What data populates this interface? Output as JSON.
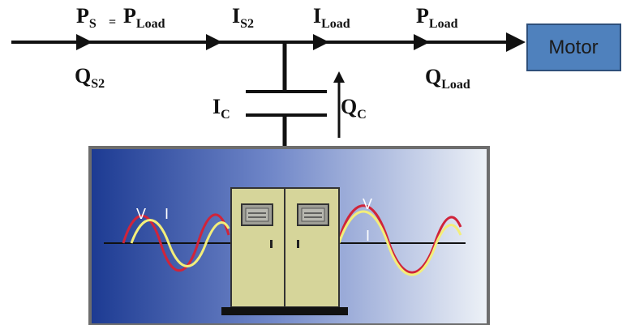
{
  "labels": {
    "ps_main": "P",
    "ps_sub": "S",
    "eq": "=",
    "pload1_main": "P",
    "pload1_sub": "Load",
    "is2_main": "I",
    "is2_sub": "S2",
    "iload_main": "I",
    "iload_sub": "Load",
    "pload2_main": "P",
    "pload2_sub": "Load",
    "qs2_main": "Q",
    "qs2_sub": "S2",
    "qload_main": "Q",
    "qload_sub": "Load",
    "ic_main": "I",
    "ic_sub": "C",
    "qc_main": "Q",
    "qc_sub": "C",
    "motor": "Motor",
    "v_left": "V",
    "i_left": "I",
    "v_right": "V",
    "i_right": "I"
  },
  "colors": {
    "motor_fill": "#4f81bd",
    "panel_dark": "#1f3f94",
    "panel_light": "#eef2f7",
    "cabinet": "#d6d59a",
    "wave_red": "#d0243a",
    "wave_yellow": "#f3ee7a",
    "lines": "#111111"
  }
}
